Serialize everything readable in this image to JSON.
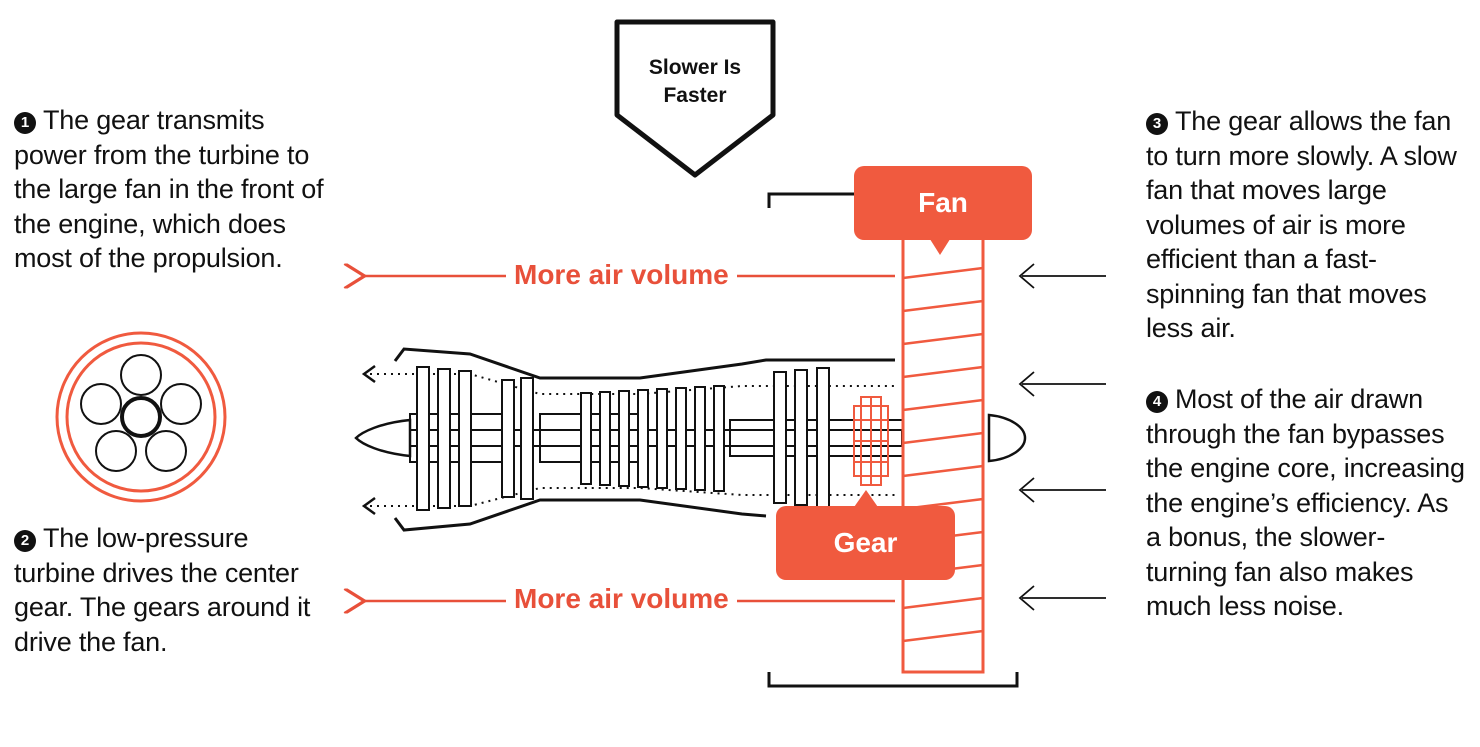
{
  "callout": {
    "title": "Slower Is Faster"
  },
  "notes": [
    {
      "number": "1",
      "text": "The gear transmits power from the turbine to the large fan in the front of the engine, which does most of the propulsion."
    },
    {
      "number": "2",
      "text": "The low-pressure turbine drives the center gear. The gears around it drive the fan."
    },
    {
      "number": "3",
      "text": "The gear allows the fan to turn more slowly. A slow fan that moves large volumes of air is more efficient than a fast-spinning fan that moves less air."
    },
    {
      "number": "4",
      "text": "Most of the air drawn through the fan bypasses the engine core, increasing the engine’s efficiency. As a bonus, the slower-turning fan also makes much less noise."
    }
  ],
  "labels": {
    "fan": "Fan",
    "gear": "Gear",
    "flow_top": "More air volume",
    "flow_bottom": "More air volume"
  },
  "colors": {
    "accent": "#f05a3f",
    "ink": "#111111"
  },
  "icons": [
    "planetary-gear-icon",
    "engine-cutaway",
    "air-intake-arrows"
  ]
}
